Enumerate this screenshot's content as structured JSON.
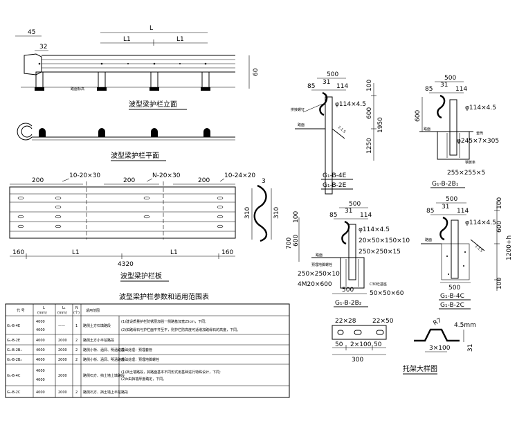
{
  "elevation": {
    "title": "波型梁护栏立面",
    "dim_45": "45",
    "dim_32": "32",
    "dim_L": "L",
    "dim_L1a": "L1",
    "dim_L1b": "L1",
    "dim_60": "60",
    "note": "路面标高"
  },
  "plan": {
    "title": "波型梁护栏平面"
  },
  "board": {
    "title": "波型梁护栏板",
    "dim_200a": "200",
    "dim_200b": "200",
    "dim_200c": "200",
    "hole1": "10-20×30",
    "hole2": "N-20×30",
    "hole3": "10-24×20",
    "dim_160a": "160",
    "dim_160b": "160",
    "dim_L1a": "L1",
    "dim_L1b": "L1",
    "dim_total": "4320",
    "dim_310a": "310",
    "dim_310b": "310",
    "dim_3": "3"
  },
  "table": {
    "title": "波型梁护栏参数和适用范围表",
    "headers": [
      "代 号",
      "L",
      "L₁",
      "N",
      "适用范围"
    ],
    "units": [
      "",
      "(mm)",
      "(mm)",
      "(个)",
      ""
    ],
    "rows": [
      {
        "code": "G₁-B-4E",
        "L1": "4000",
        "L2": "4000",
        "L1v": "——",
        "N": "1",
        "scope": "路侧土方石填路段",
        "notes": [
          "(1)建设质量护栏防锈层加强一侧路基加宽25cm，下同;",
          "(2)如路缘石与护栏面平齐至平，则护栏防高度可适增加路缘石的高度，下同。"
        ]
      },
      {
        "code": "G₁-B-2E",
        "L1": "4000",
        "L2": "",
        "L1v": "2000",
        "N": "2",
        "scope": "路侧土方小半挖路段",
        "notes": []
      },
      {
        "code": "G₁-B-2B₁",
        "L1": "4000",
        "L2": "",
        "L1v": "2000",
        "N": "2",
        "scope": "路侧小桥、涵洞、明涵路段",
        "notes": [
          "基础处理：预埋套管"
        ]
      },
      {
        "code": "G₁-B-2B₂",
        "L1": "4000",
        "L2": "",
        "L1v": "2000",
        "N": "2",
        "scope": "路侧小桥、涵洞、明涵路段",
        "notes": [
          "基础处理：预埋地脚螺栓"
        ]
      },
      {
        "code": "G₁-B-4C",
        "L1": "4000",
        "L2": "4000",
        "L1v": "2000",
        "N": "",
        "scope": "路侧石方、挡土墙上填路段",
        "notes": [
          "(1)挡土墙路段，其路面基本不同形式用基础进行特殊设计，下同;",
          "(2)h由挡墙厚度确定，下同。"
        ]
      },
      {
        "code": "G₁-B-2C",
        "L1": "4000",
        "L2": "",
        "L1v": "2000",
        "N": "2",
        "scope": "路侧石方、挡土墙上半挖路段",
        "notes": []
      }
    ]
  },
  "detail_4e": {
    "dim_500": "500",
    "dim_85": "85",
    "dim_31": "31",
    "dim_114": "114",
    "pipe": "φ114×4.5",
    "bolt": "拼接螺钉",
    "road": "路面",
    "slope": "1:1.5",
    "dim_100": "100",
    "dim_600": "600",
    "dim_1950": "1950",
    "dim_1250": "1250",
    "code1": "G₁-B-4E",
    "code2": "G₁-B-2E"
  },
  "detail_2b1": {
    "dim_500": "500",
    "dim_85": "85",
    "dim_31": "31",
    "dim_114": "114",
    "pipe": "φ114×4.5",
    "road": "路面",
    "dim_600": "600",
    "sleeve_lbl": "套筒",
    "sleeve": "φ245×7×305",
    "plate_lbl": "钢板条",
    "plate": "255×255×5",
    "code": "G₁-B-2B₁"
  },
  "detail_2b2": {
    "dim_500a": "500",
    "dim_85": "85",
    "dim_31": "31",
    "dim_114": "114",
    "pipe": "φ114×4.5",
    "plate1": "20×50×150×10",
    "plate2": "250×250×15",
    "road": "路面",
    "dim_100": "100",
    "dim_600": "600",
    "dim_700": "700",
    "base_lbl": "预埋地脚螺栓",
    "base": "250×250×10",
    "bolts": "4M20×600",
    "concrete": "C30砼基座",
    "concrete_size": "50×50×60",
    "dim_500b": "500",
    "code": "G₁-B-2B₂"
  },
  "detail_4c": {
    "dim_500a": "500",
    "dim_85": "85",
    "dim_31": "31",
    "dim_114": "114",
    "pipe": "φ114×4.5",
    "road": "路面",
    "slope": "1:1.5",
    "dim_100a": "100",
    "dim_600": "600",
    "dim_1200h": "1200+h",
    "dim_100b": "100",
    "dim_500b": "500",
    "code1": "G₁-B-4C",
    "code2": "G₁-B-2C"
  },
  "bracket": {
    "title": "托架大样图",
    "dim_22x28": "22×28",
    "dim_22x50": "22×50",
    "dim_50a": "50",
    "dim_2x100": "2×100",
    "dim_50b": "50",
    "dim_300": "300",
    "dim_R7": "R7",
    "dim_45": "4.5mm",
    "dim_3x100": "3×100",
    "dim_31": "31"
  }
}
